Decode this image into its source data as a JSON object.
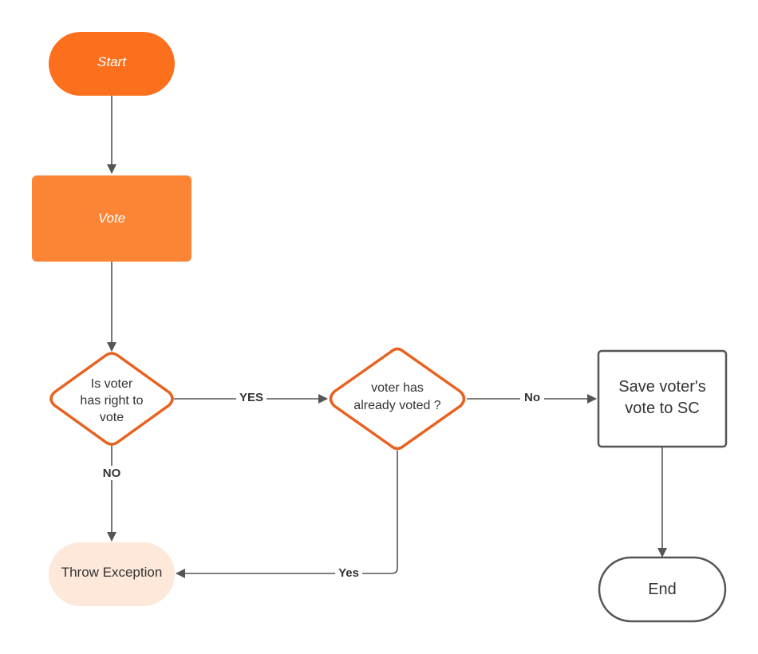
{
  "diagram": {
    "nodes": {
      "start": {
        "label": "Start",
        "shape": "terminator",
        "fill": "#fb6f1d"
      },
      "vote": {
        "label": "Vote",
        "shape": "process",
        "fill": "#fc8535"
      },
      "has_right": {
        "lines": [
          "Is voter",
          "has right to",
          "vote"
        ],
        "shape": "decision",
        "stroke": "#e8621f"
      },
      "already_voted": {
        "lines": [
          "voter has",
          "already voted ?"
        ],
        "shape": "decision",
        "stroke": "#e8621f"
      },
      "save_vote": {
        "lines": [
          "Save voter's",
          "vote to SC"
        ],
        "shape": "process",
        "stroke": "#555555"
      },
      "throw_exception": {
        "label": "Throw Exception",
        "shape": "terminator",
        "fill": "#fde8da"
      },
      "end": {
        "label": "End",
        "shape": "terminator",
        "stroke": "#555555"
      }
    },
    "edges": {
      "start_to_vote": {
        "label": ""
      },
      "vote_to_has_right": {
        "label": ""
      },
      "has_right_yes": {
        "label": "YES"
      },
      "has_right_no": {
        "label": "NO"
      },
      "already_voted_no": {
        "label": "No"
      },
      "already_voted_yes": {
        "label": "Yes"
      },
      "save_to_end": {
        "label": ""
      }
    },
    "colors": {
      "accent": "#fb6f1d",
      "connector": "#555555",
      "text": "#333333"
    }
  }
}
